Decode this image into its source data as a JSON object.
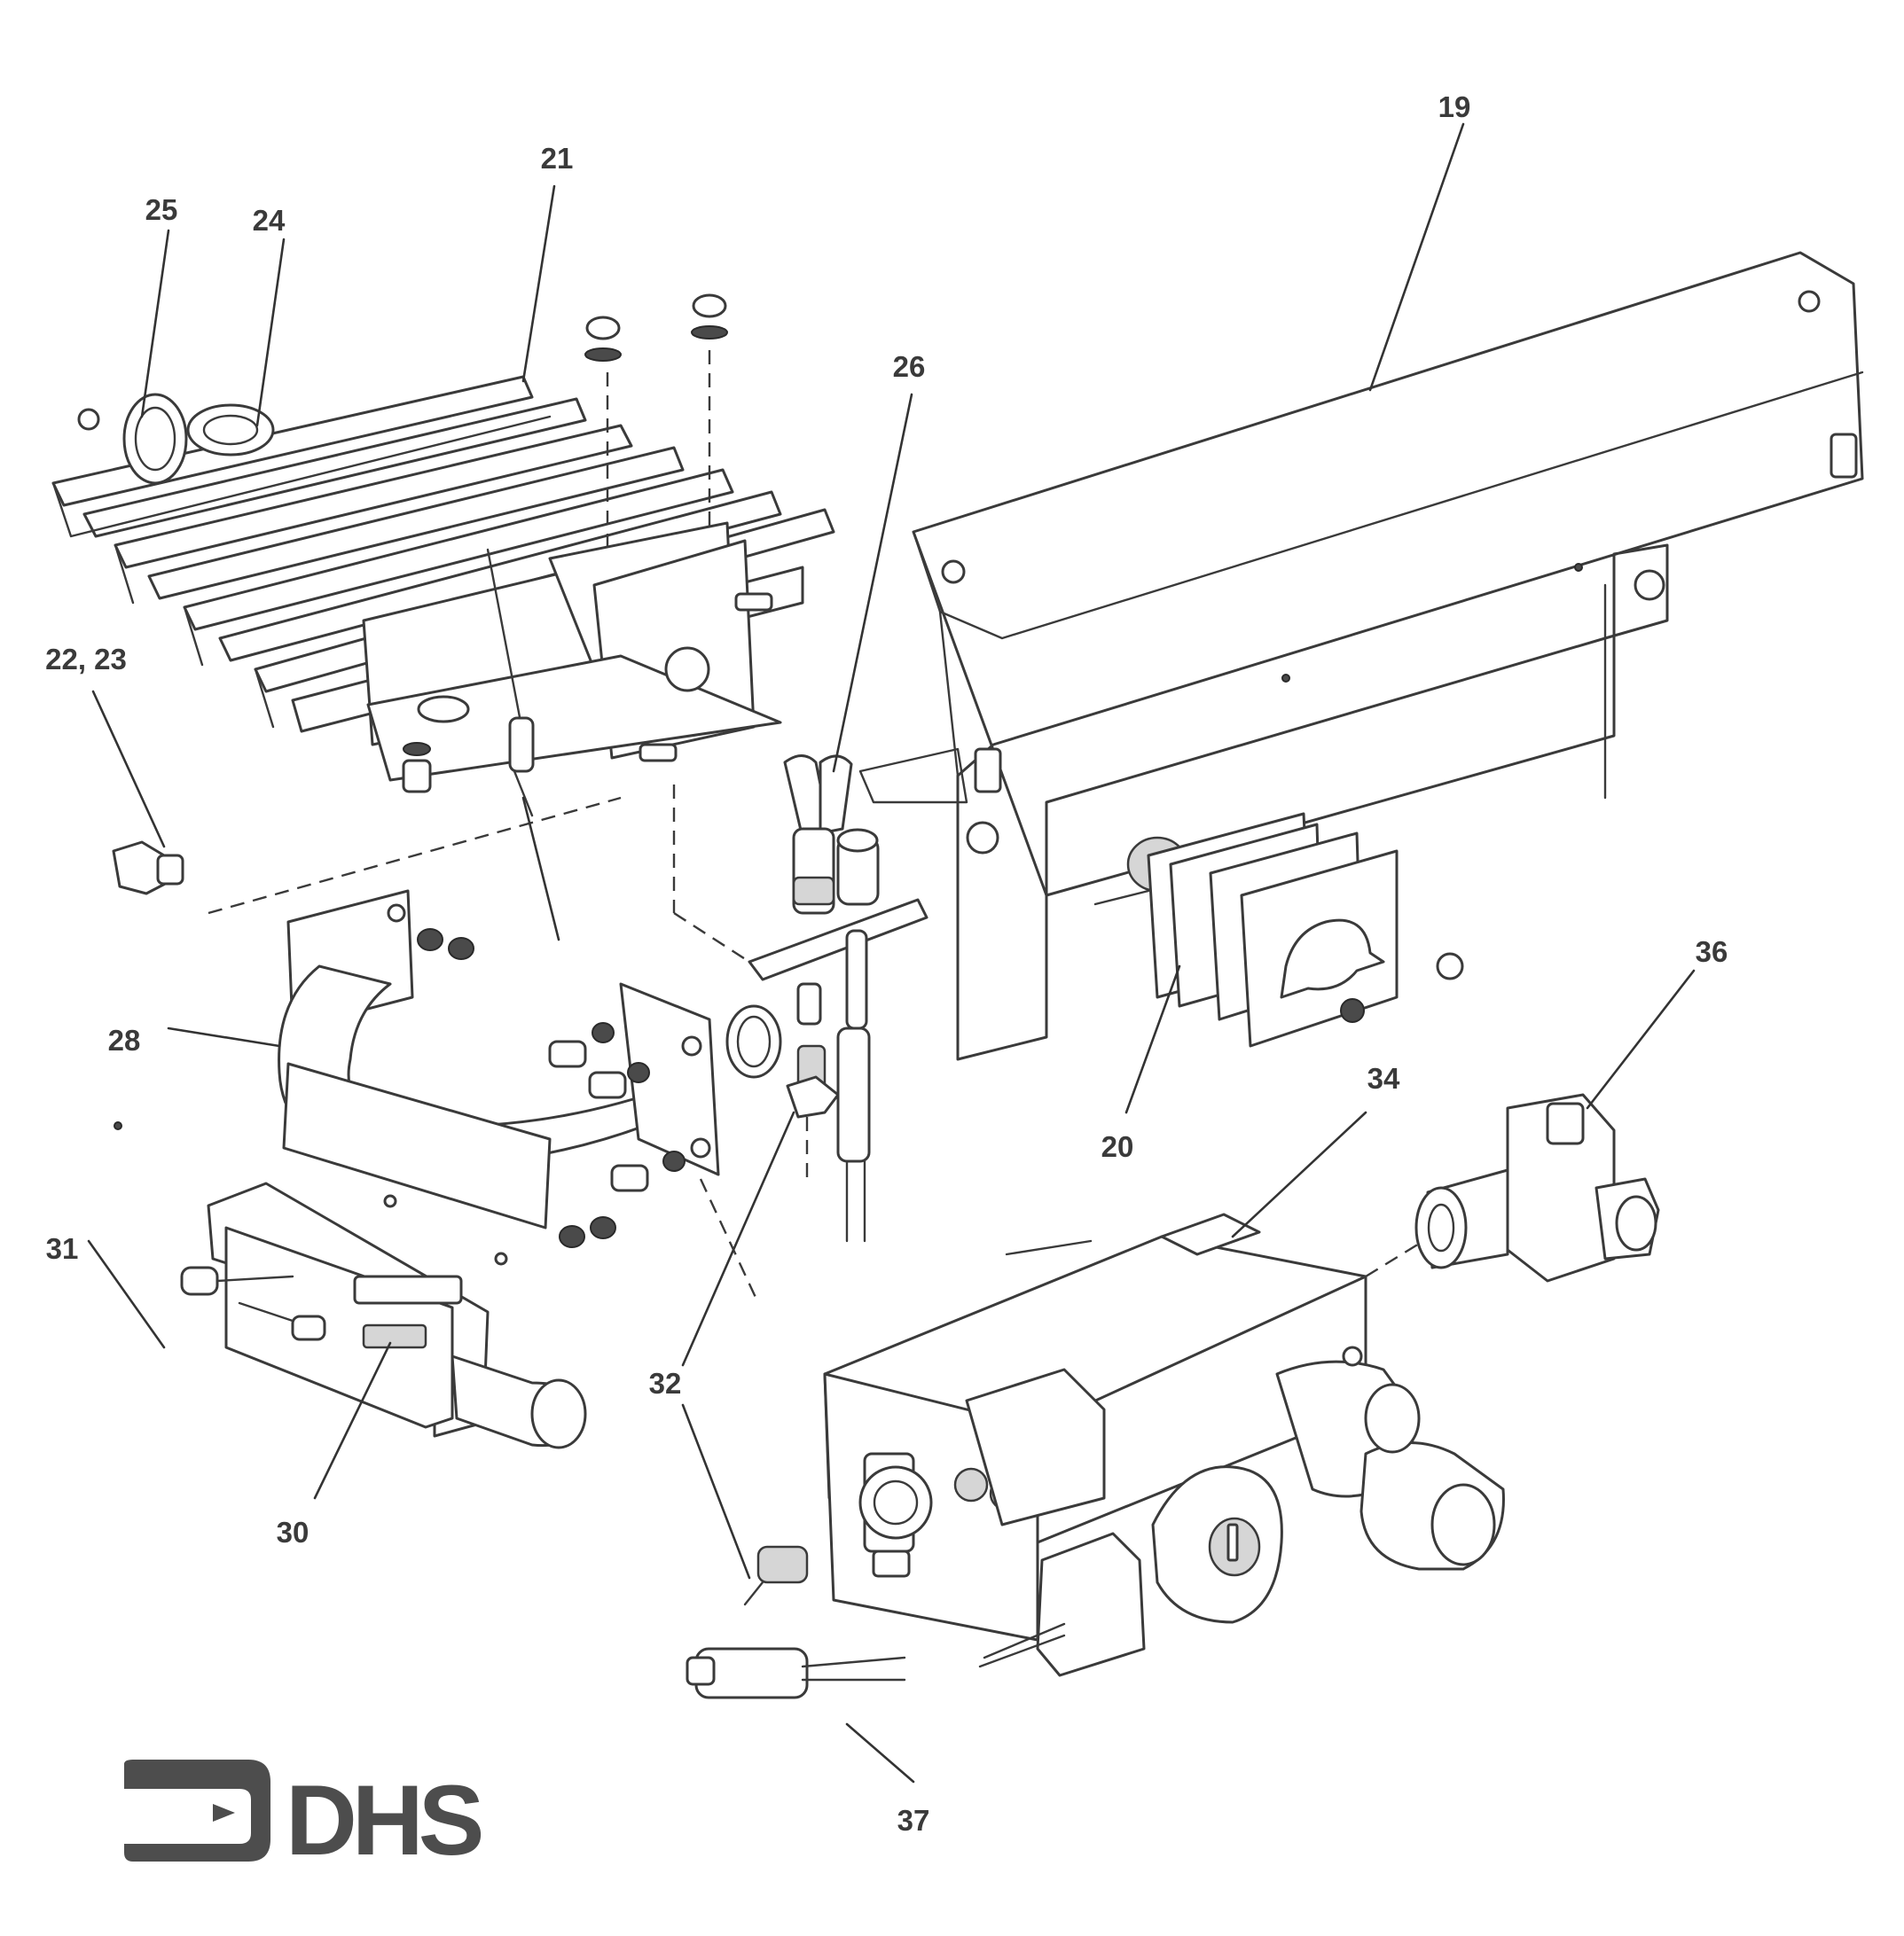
{
  "diagram": {
    "callouts": {
      "c19": "19",
      "c20": "20",
      "c21": "21",
      "c22_23": "22, 23",
      "c24": "24",
      "c25": "25",
      "c26": "26",
      "c28": "28",
      "c30": "30",
      "c31": "31",
      "c32a": "32",
      "c32b": "32",
      "c34": "34",
      "c36": "36",
      "c37": "37"
    },
    "logo": {
      "text": "DHS",
      "color": "#4d4d4d"
    },
    "colors": {
      "line": "#3a3a3a",
      "background": "#ffffff"
    }
  }
}
